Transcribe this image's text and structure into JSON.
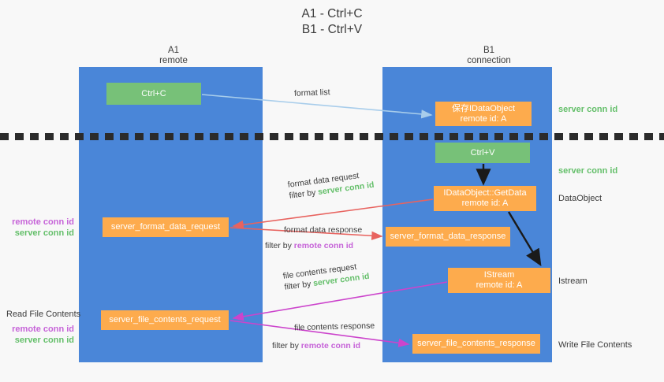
{
  "title": {
    "line1": "A1 - Ctrl+C",
    "line2": "B1 - Ctrl+V"
  },
  "columns": {
    "left": {
      "name": "A1",
      "role": "remote"
    },
    "right": {
      "name": "B1",
      "role": "connection"
    }
  },
  "colors": {
    "lifeline": "#4a86d8",
    "green_box": "#77c178",
    "orange_box": "#fdab4d",
    "server_conn_id": "#64bf6a",
    "remote_conn_id": "#c663d8",
    "format_list_arrow": "#a8cdeb",
    "format_data_arrow": "#e8635f",
    "file_contents_arrow": "#cc44cc",
    "black_arrow": "#1a1a1a",
    "dashed_line": "#2b2b2b",
    "background": "#f8f8f8"
  },
  "boxes": {
    "ctrl_c": {
      "line1": "Ctrl+C",
      "line2": ""
    },
    "save_idataobject": {
      "line1": "保存IDataObject",
      "line2": "remote id: A"
    },
    "ctrl_v": {
      "line1": "Ctrl+V",
      "line2": ""
    },
    "getdata": {
      "line1": "IDataObject::GetData",
      "line2": "remote id: A"
    },
    "server_format_data_request": {
      "line1": "server_format_data_request",
      "line2": ""
    },
    "server_format_data_response": {
      "line1": "server_format_data_response",
      "line2": ""
    },
    "istream": {
      "line1": "IStream",
      "line2": "remote id: A"
    },
    "server_file_contents_request": {
      "line1": "server_file_contents_request",
      "line2": ""
    },
    "server_file_contents_response": {
      "line1": "server_file_contents_response",
      "line2": ""
    }
  },
  "side_labels": {
    "server_conn_id_top": "server conn id",
    "server_conn_id_second": "server conn id",
    "dataobject": "DataObject",
    "istream": "Istream",
    "write_file_contents": "Write File Contents",
    "read_file_contents": "Read File Contents",
    "remote_conn_id": "remote conn id",
    "server_conn_id": "server conn id"
  },
  "arrow_captions": {
    "format_list": "format list",
    "format_data_request": "format data request",
    "format_data_request_filter_prefix": "filter by ",
    "format_data_request_filter_value": "server conn id",
    "format_data_response": "format data response",
    "format_data_response_filter_prefix": "filter by ",
    "format_data_response_filter_value": "remote conn id",
    "file_contents_request": "file contents request",
    "file_contents_request_filter_prefix": "filter by ",
    "file_contents_request_filter_value": "server conn id",
    "file_contents_response": "file contents response",
    "file_contents_response_filter_prefix": "filter by ",
    "file_contents_response_filter_value": "remote conn id"
  }
}
